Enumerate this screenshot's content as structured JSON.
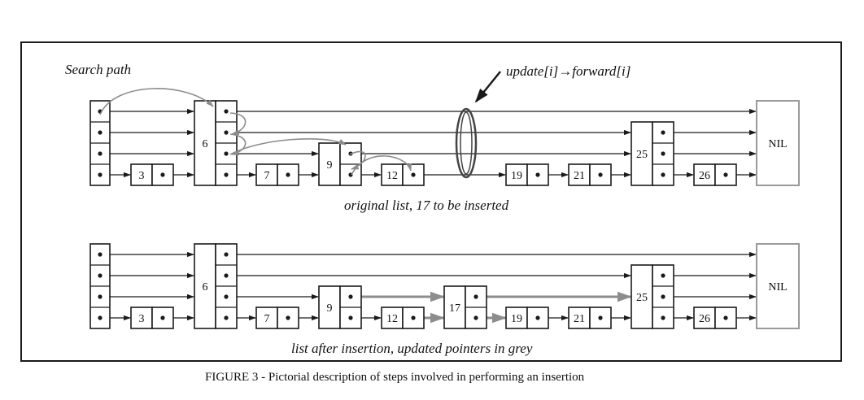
{
  "labels": {
    "search_path": "Search path",
    "update_pointer": "update[i]→forward[i]",
    "nil": "NIL",
    "original_caption": "original list, 17 to be inserted",
    "after_caption": "list after insertion, updated pointers in grey",
    "figure_caption_prefix": "FIGURE 3",
    "figure_caption_rest": " - Pictorial description of steps involved in performing an insertion"
  },
  "colors": {
    "ink": "#1a1a1a",
    "updated_pointer": "#8c8c8c",
    "search_path": "#8c8c8c",
    "nil_border": "#9a9a9a"
  },
  "lists": [
    {
      "name": "original",
      "nodes": [
        {
          "key": "",
          "level": 4,
          "header": true
        },
        {
          "key": "3",
          "level": 1
        },
        {
          "key": "6",
          "level": 4
        },
        {
          "key": "7",
          "level": 1
        },
        {
          "key": "9",
          "level": 2
        },
        {
          "key": "12",
          "level": 1
        },
        {
          "key": "19",
          "level": 1
        },
        {
          "key": "21",
          "level": 1
        },
        {
          "key": "25",
          "level": 3
        },
        {
          "key": "26",
          "level": 1
        }
      ]
    },
    {
      "name": "after-insertion",
      "nodes": [
        {
          "key": "",
          "level": 4,
          "header": true
        },
        {
          "key": "3",
          "level": 1
        },
        {
          "key": "6",
          "level": 4
        },
        {
          "key": "7",
          "level": 1
        },
        {
          "key": "9",
          "level": 2
        },
        {
          "key": "12",
          "level": 1
        },
        {
          "key": "17",
          "level": 2,
          "inserted": true
        },
        {
          "key": "19",
          "level": 1
        },
        {
          "key": "21",
          "level": 1
        },
        {
          "key": "25",
          "level": 3
        },
        {
          "key": "26",
          "level": 1
        }
      ]
    }
  ]
}
